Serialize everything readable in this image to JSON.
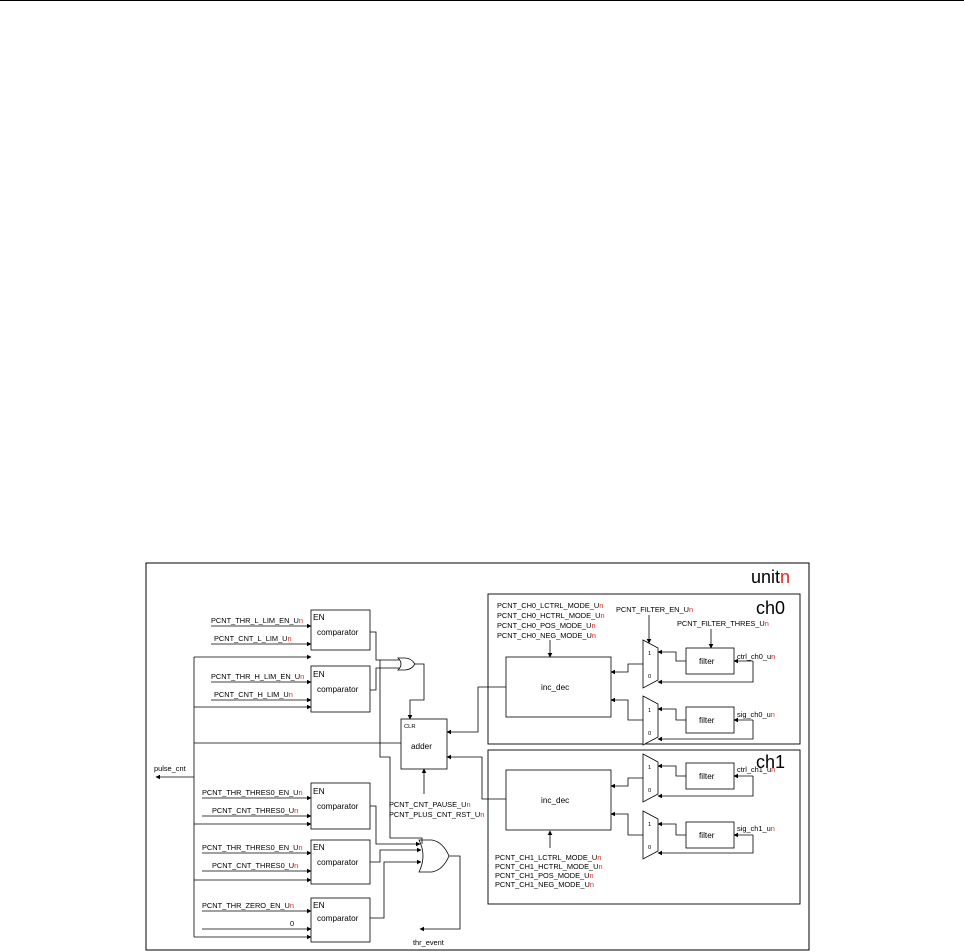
{
  "unit": {
    "title": "unit",
    "suffix": "n"
  },
  "channels": {
    "ch0": "ch0",
    "ch1": "ch1"
  },
  "blocks": {
    "comparator": "comparator",
    "en": "EN",
    "adder": "adder",
    "clr": "CLR",
    "inc_dec": "inc_dec",
    "filter": "filter",
    "mux_one": "1",
    "mux_zero": "0"
  },
  "comparators": [
    {
      "en_base": "PCNT_THR_L_LIM_EN_U",
      "val_base": "PCNT_CNT_L_LIM_U"
    },
    {
      "en_base": "PCNT_THR_H_LIM_EN_U",
      "val_base": "PCNT_CNT_H_LIM_U"
    },
    {
      "en_base": "PCNT_THR_THRES0_EN_U",
      "val_base": "PCNT_CNT_THRES0_U"
    },
    {
      "en_base": "PCNT_THR_THRES0_EN_U",
      "val_base": "PCNT_CNT_THRES0_U"
    },
    {
      "en_base": "PCNT_THR_ZERO_EN_U",
      "val_plain": "0"
    }
  ],
  "signals": {
    "pulse_cnt": "pulse_cnt",
    "thr_event": "thr_event",
    "pause_base": "PCNT_CNT_PAUSE_U",
    "rst_base": "PCNT_PLUS_CNT_RST_U",
    "filter_en_base": "PCNT_FILTER_EN_U",
    "filter_thres_base": "PCNT_FILTER_THRES_U",
    "ch0_modes": [
      "PCNT_CH0_LCTRL_MODE_U",
      "PCNT_CH0_HCTRL_MODE_U",
      "PCNT_CH0_POS_MODE_U",
      "PCNT_CH0_NEG_MODE_U"
    ],
    "ch1_modes": [
      "PCNT_CH1_LCTRL_MODE_U",
      "PCNT_CH1_HCTRL_MODE_U",
      "PCNT_CH1_POS_MODE_U",
      "PCNT_CH1_NEG_MODE_U"
    ],
    "ctrl_ch0": "ctrl_ch0_u",
    "sig_ch0": "sig_ch0_u",
    "ctrl_ch1": "ctrl_ch1_u",
    "sig_ch1": "sig_ch1_u"
  },
  "colors": {
    "accent": "#e8251c"
  }
}
